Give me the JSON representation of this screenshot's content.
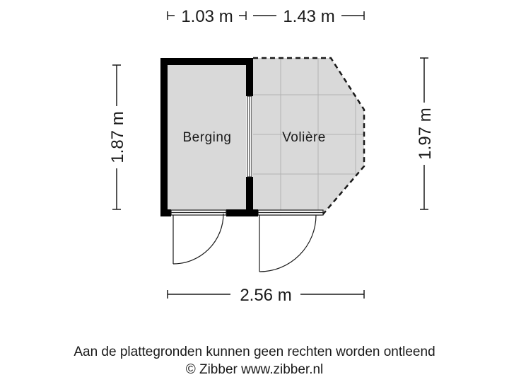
{
  "plan": {
    "dimensions": {
      "top_left": "1.03 m",
      "top_right": "1.43 m",
      "left": "1.87 m",
      "right": "1.97 m",
      "bottom": "2.56 m"
    },
    "rooms": {
      "berging": "Berging",
      "voliere": "Volière"
    },
    "colors": {
      "wall": "#000000",
      "floor": "#d9d9d9",
      "tile_line": "#b3b3b3",
      "line": "#1a1a1a"
    }
  },
  "footer": {
    "disclaimer": "Aan de plattegronden kunnen geen rechten worden ontleend",
    "credit": "© Zibber www.zibber.nl"
  }
}
